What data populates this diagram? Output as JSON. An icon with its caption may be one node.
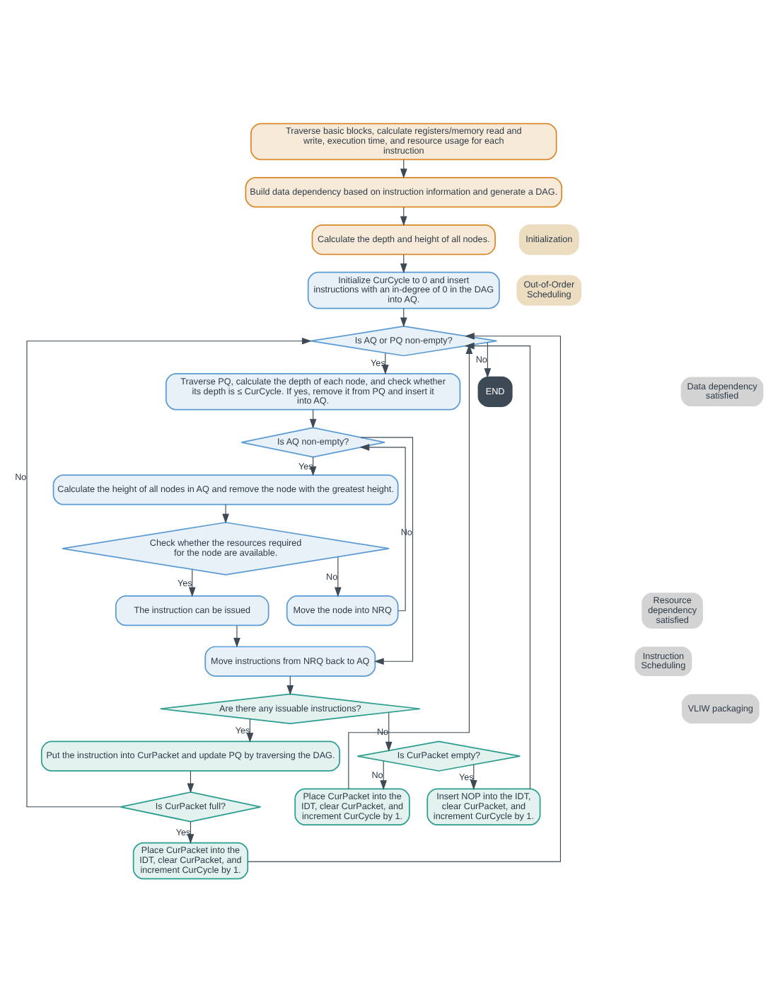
{
  "diagram": {
    "nodes": [
      {
        "text": [
          "Traverse basic blocks, calculate registers/memory read and write, execution time, and resource usage for each instruction"
        ]
      },
      {
        "text": [
          "Build data dependency based on instruction information and generate a DAG."
        ]
      },
      {
        "text": [
          "Calculate the depth and height of all nodes."
        ]
      },
      {
        "text": [
          "Initialize CurCycle to 0 and insert instructions with an in-degree of 0 in the DAG into AQ."
        ]
      },
      {
        "text": [
          "Is AQ or PQ non-empty?"
        ]
      },
      {
        "text": [
          "Traverse PQ, calculate the depth of each node, and check whether its depth is ≤ CurCycle. If yes, remove it from PQ and insert it into AQ."
        ]
      },
      {
        "text": [
          "Is AQ non-empty?"
        ]
      },
      {
        "text": [
          "Calculate the height of all nodes in AQ and remove the node with the greatest height."
        ]
      },
      {
        "text": [
          "Check whether the resources required for the node are available."
        ]
      },
      {
        "text": [
          "The instruction can be issued"
        ]
      },
      {
        "text": [
          "Move the node into NRQ"
        ]
      },
      {
        "text": [
          "Move instructions from NRQ back to AQ"
        ]
      },
      {
        "text": [
          "Are there any issuable instructions?"
        ]
      },
      {
        "text": [
          "Put the instruction into CurPacket and update PQ by traversing the DAG."
        ]
      },
      {
        "text": [
          "Is CurPacket full?"
        ]
      },
      {
        "text": [
          "Is CurPacket empty?"
        ]
      },
      {
        "text": [
          "Place CurPacket into the IDT, clear CurPacket, and increment CurCycle by 1."
        ]
      },
      {
        "text": [
          "Place CurPacket into the IDT, clear CurPacket, and increment CurCycle by 1."
        ]
      },
      {
        "text": [
          "Insert NOP into the IDT, clear CurPacket, and increment CurCycle by 1."
        ]
      },
      {
        "text": [
          "END"
        ]
      },
      {
        "text": [
          "Initialization"
        ]
      },
      {
        "text": [
          "Out-of-Order Scheduling"
        ]
      }
    ],
    "edges": [
      {
        "from": 0,
        "to": 1,
        "arrow": "to"
      },
      {
        "from": 1,
        "to": 2,
        "arrow": "to"
      },
      {
        "from": 2,
        "to": 3,
        "arrow": "to"
      },
      {
        "from": 3,
        "to": 4,
        "arrow": "to"
      },
      {
        "from": 4,
        "to": 5,
        "arrow": "to",
        "label": "Yes"
      },
      {
        "from": 4,
        "to": 19,
        "arrow": "to",
        "label": "No"
      },
      {
        "from": 5,
        "to": 6,
        "arrow": "to"
      },
      {
        "from": 6,
        "to": 7,
        "arrow": "to",
        "label": "Yes"
      },
      {
        "from": 6,
        "to": 11,
        "arrow": "to",
        "label": "No"
      },
      {
        "from": 7,
        "to": 8,
        "arrow": "to"
      },
      {
        "from": 8,
        "to": 9,
        "arrow": "to",
        "label": "Yes"
      },
      {
        "from": 8,
        "to": 10,
        "arrow": "to",
        "label": "No"
      },
      {
        "from": 10,
        "to": 6,
        "arrow": "to"
      },
      {
        "from": 9,
        "to": 11,
        "arrow": "to"
      },
      {
        "from": 11,
        "to": 12,
        "arrow": "to"
      },
      {
        "from": 12,
        "to": 13,
        "arrow": "to",
        "label": "Yes"
      },
      {
        "from": 12,
        "to": 15,
        "arrow": "to",
        "label": "No"
      },
      {
        "from": 13,
        "to": 14,
        "arrow": "to"
      },
      {
        "from": 14,
        "to": 16,
        "arrow": "to",
        "label": "Yes"
      },
      {
        "from": 14,
        "to": 4,
        "arrow": "to",
        "label": "No"
      },
      {
        "from": 15,
        "to": 17,
        "arrow": "to",
        "label": "No"
      },
      {
        "from": 15,
        "to": 18,
        "arrow": "to",
        "label": "Yes"
      },
      {
        "from": 16,
        "to": 4,
        "arrow": "to"
      },
      {
        "from": 17,
        "to": 4,
        "arrow": "to"
      },
      {
        "from": 18,
        "to": 4,
        "arrow": "to"
      }
    ],
    "labels": [
      "Data dependency satisfied",
      "Resource dependency satisfied",
      "Instruction Scheduling",
      "VLIW packaging"
    ]
  }
}
